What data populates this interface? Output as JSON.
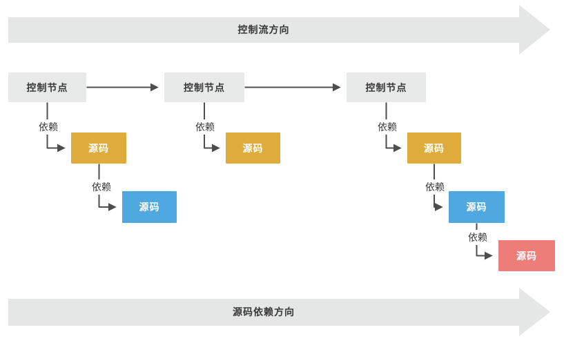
{
  "banners": {
    "top": "控制流方向",
    "bottom": "源码依赖方向"
  },
  "nodes": {
    "control": "控制节点",
    "source": "源码"
  },
  "edges": {
    "depends": "依赖"
  },
  "structure": {
    "columns": [
      {
        "control": "控制节点",
        "source_chain": [
          "gold",
          "blue"
        ]
      },
      {
        "control": "控制节点",
        "source_chain": [
          "gold"
        ]
      },
      {
        "control": "控制节点",
        "source_chain": [
          "gold",
          "blue",
          "red"
        ]
      }
    ]
  },
  "colors": {
    "banner": "#e4e7e5",
    "control-node-bg": "#e8eae9",
    "source-gold": "#deac3a",
    "source-blue": "#4fa8df",
    "source-red": "#ec7d78",
    "connector": "#4d4d4d",
    "text-dark": "#383838",
    "text-light": "#ffffff",
    "canvas-bg": "#ffffff"
  }
}
